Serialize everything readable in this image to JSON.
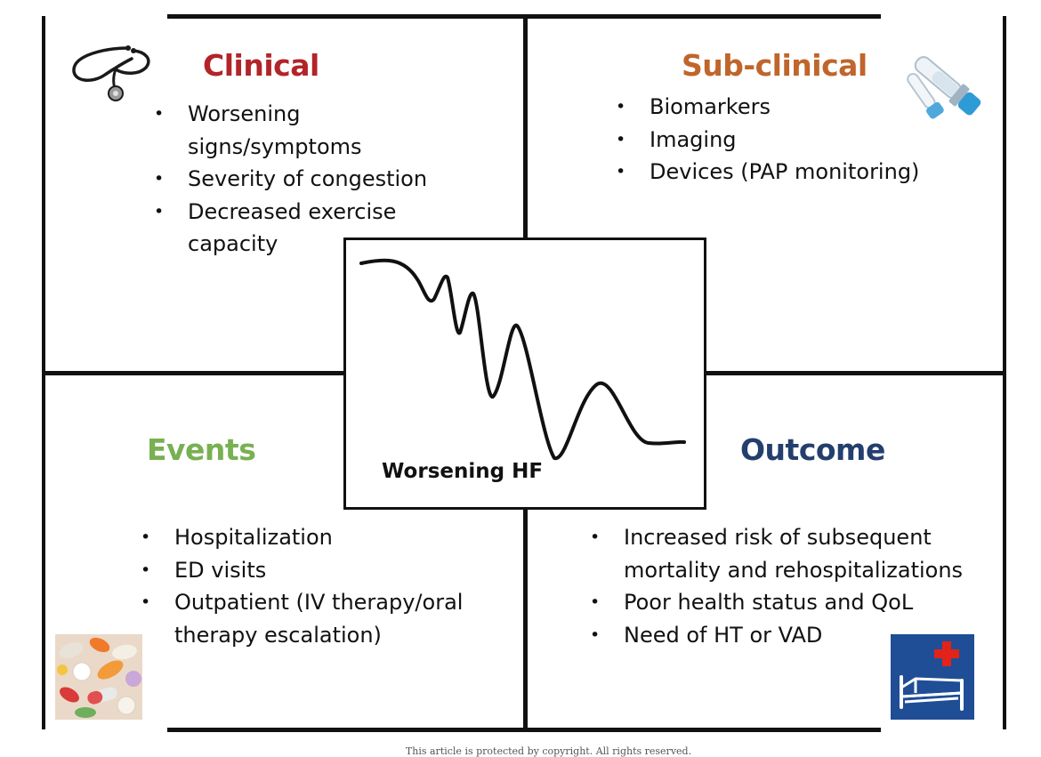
{
  "quadrants": {
    "clinical": {
      "title": "Clinical",
      "color": "#b22428",
      "items": [
        "Worsening signs/symptoms",
        "Severity of congestion",
        "Decreased exercise capacity"
      ]
    },
    "subclinical": {
      "title": "Sub-clinical",
      "color": "#c0652b",
      "items": [
        "Biomarkers",
        "Imaging",
        "Devices (PAP monitoring)"
      ]
    },
    "events": {
      "title": "Events",
      "color": "#78b052",
      "items": [
        "Hospitalization",
        "ED visits",
        "Outpatient (IV therapy/oral therapy escalation)"
      ]
    },
    "outcome": {
      "title": "Outcome",
      "color": "#243f6d",
      "items": [
        "Increased risk of subsequent mortality and rehospitalizations",
        "Poor health status and QoL",
        "Need of HT or VAD"
      ]
    }
  },
  "center": {
    "label": "Worsening HF"
  },
  "icons": {
    "clinical": "stethoscope-icon",
    "subclinical": "blood-tube-icon",
    "events": "pills-icon",
    "outcome": "hospital-bed-icon"
  },
  "footer": "This article is protected by copyright. All rights reserved."
}
